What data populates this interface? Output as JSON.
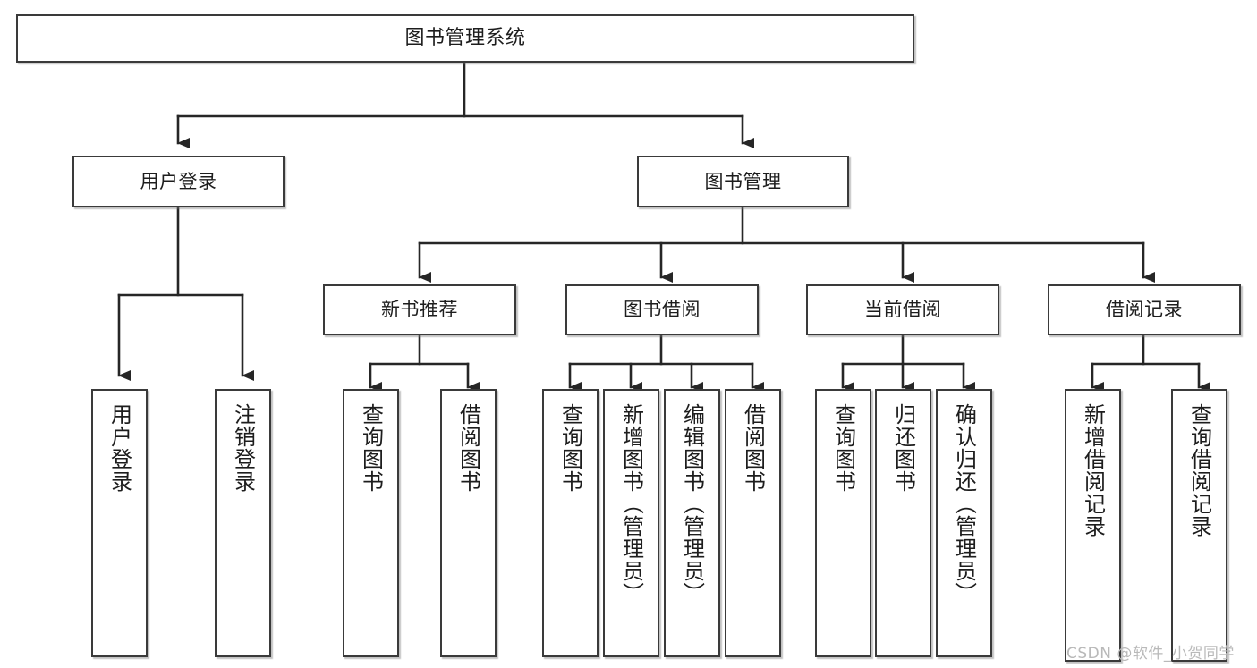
{
  "diagram": {
    "type": "tree-hierarchy",
    "title": "图书管理系统",
    "watermark": "CSDN @软件_小贺同学",
    "colors": {
      "box_border": "#3a3a3a",
      "box_fill": "#ffffff",
      "connector": "#262626",
      "text": "#1d1d1d",
      "watermark": "#b9b9b9"
    },
    "nodes": {
      "root": {
        "label": "图书管理系统"
      },
      "level1": [
        {
          "id": "user-login",
          "label": "用户登录"
        },
        {
          "id": "book-manage",
          "label": "图书管理"
        }
      ],
      "level2": [
        {
          "id": "new-book-recommend",
          "label": "新书推荐"
        },
        {
          "id": "book-borrow",
          "label": "图书借阅"
        },
        {
          "id": "current-borrow",
          "label": "当前借阅"
        },
        {
          "id": "borrow-record",
          "label": "借阅记录"
        }
      ],
      "leaves": {
        "user_login": [
          {
            "id": "leaf-user-login",
            "label": "用户登录"
          },
          {
            "id": "leaf-logout-login",
            "label": "注销登录"
          }
        ],
        "new_book_recommend": [
          {
            "id": "leaf-query-book-1",
            "label": "查询图书"
          },
          {
            "id": "leaf-borrow-book-1",
            "label": "借阅图书"
          }
        ],
        "book_borrow": [
          {
            "id": "leaf-query-book-2",
            "label": "查询图书"
          },
          {
            "id": "leaf-add-book",
            "label": "新增图书（管理员）"
          },
          {
            "id": "leaf-edit-book",
            "label": "编辑图书（管理员）"
          },
          {
            "id": "leaf-borrow-book-2",
            "label": "借阅图书"
          }
        ],
        "current_borrow": [
          {
            "id": "leaf-query-book-3",
            "label": "查询图书"
          },
          {
            "id": "leaf-return-book",
            "label": "归还图书"
          },
          {
            "id": "leaf-confirm-return",
            "label": "确认归还（管理员）"
          }
        ],
        "borrow_record": [
          {
            "id": "leaf-add-borrow-record",
            "label": "新增借阅记录"
          },
          {
            "id": "leaf-query-borrow-record",
            "label": "查询借阅记录"
          }
        ]
      }
    }
  }
}
